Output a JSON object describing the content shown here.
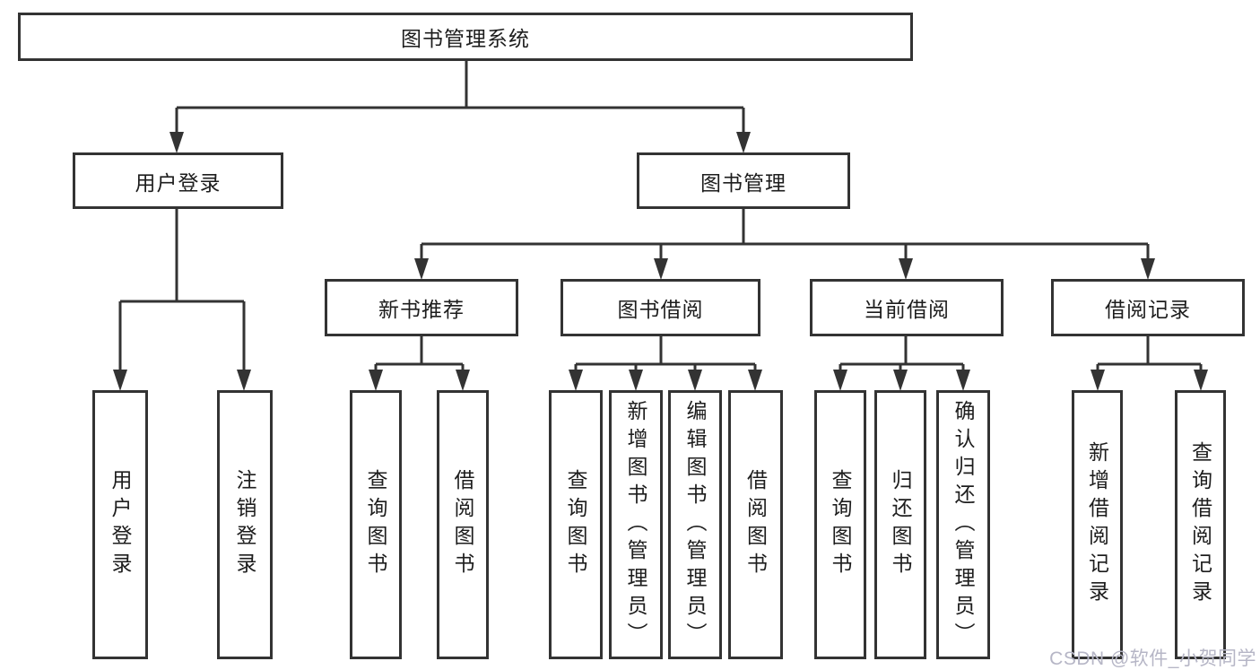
{
  "diagram": {
    "root": {
      "label": "图书管理系统"
    },
    "level1": [
      {
        "id": "user-login",
        "label": "用户登录"
      },
      {
        "id": "book-management",
        "label": "图书管理"
      }
    ],
    "level2": [
      {
        "id": "new-book-recommend",
        "label": "新书推荐"
      },
      {
        "id": "book-borrowing",
        "label": "图书借阅"
      },
      {
        "id": "current-borrowing",
        "label": "当前借阅"
      },
      {
        "id": "borrowing-records",
        "label": "借阅记录"
      }
    ],
    "leaves": [
      {
        "label": "用户登录"
      },
      {
        "label": "注销登录"
      },
      {
        "label": "查询图书"
      },
      {
        "label": "借阅图书"
      },
      {
        "label": "查询图书"
      },
      {
        "label": "新增图书（管理员）"
      },
      {
        "label": "编辑图书（管理员）"
      },
      {
        "label": "借阅图书"
      },
      {
        "label": "查询图书"
      },
      {
        "label": "归还图书"
      },
      {
        "label": "确认归还（管理员）"
      },
      {
        "label": "新增借阅记录"
      },
      {
        "label": "查询借阅记录"
      }
    ]
  },
  "watermark": {
    "text": "CSDN @软件_小贺同学"
  },
  "colors": {
    "line": "#333333",
    "box_background": "#ffffff",
    "text": "#1d1d1d",
    "watermark": "#b6b6c6"
  }
}
